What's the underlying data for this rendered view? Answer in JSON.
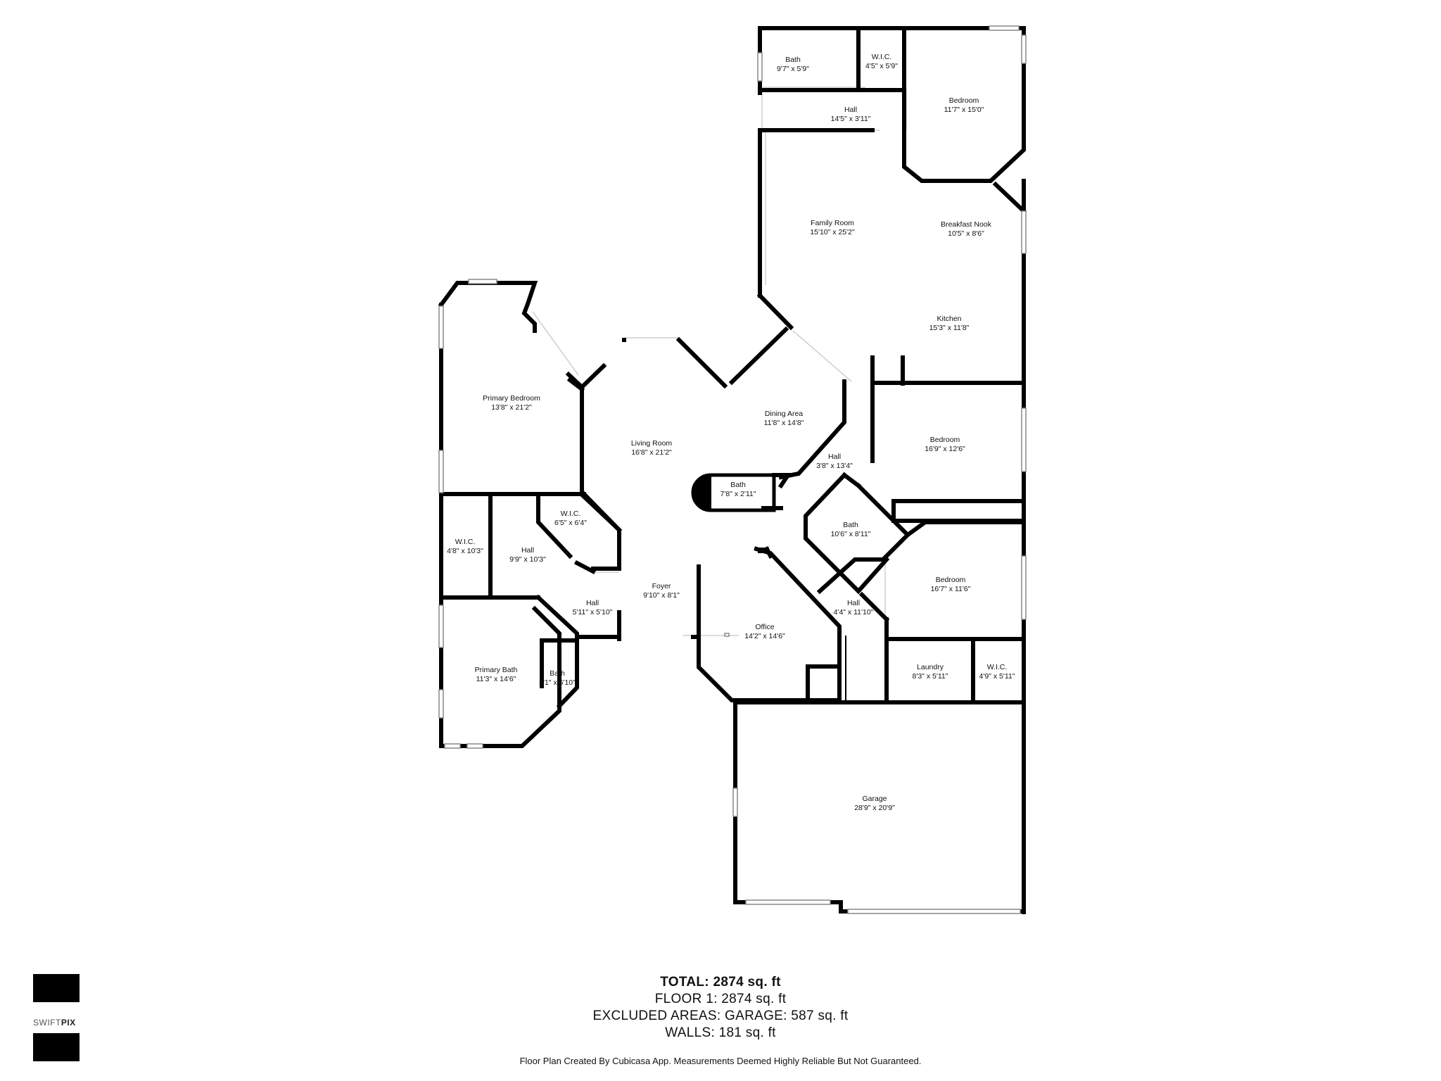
{
  "rooms": [
    {
      "name": "Bath",
      "dim": "9'7\" x 5'9\""
    },
    {
      "name": "W.I.C.",
      "dim": "4'5\" x 5'9\""
    },
    {
      "name": "Bedroom",
      "dim": "11'7\" x 15'0\""
    },
    {
      "name": "Hall",
      "dim": "14'5\" x 3'11\""
    },
    {
      "name": "Family Room",
      "dim": "15'10\" x 25'2\""
    },
    {
      "name": "Breakfast Nook",
      "dim": "10'5\" x 8'6\""
    },
    {
      "name": "Kitchen",
      "dim": "15'3\" x 11'8\""
    },
    {
      "name": "Primary Bedroom",
      "dim": "13'8\" x 21'2\""
    },
    {
      "name": "Dining Area",
      "dim": "11'8\" x 14'8\""
    },
    {
      "name": "Living Room",
      "dim": "16'8\" x 21'2\""
    },
    {
      "name": "Bedroom",
      "dim": "16'9\" x 12'6\""
    },
    {
      "name": "Hall",
      "dim": "3'8\" x 13'4\""
    },
    {
      "name": "Bath",
      "dim": "7'8\" x 2'11\""
    },
    {
      "name": "W.I.C.",
      "dim": "6'5\" x 6'4\""
    },
    {
      "name": "Bath",
      "dim": "10'6\" x 8'11\""
    },
    {
      "name": "W.I.C.",
      "dim": "4'8\" x 10'3\""
    },
    {
      "name": "Hall",
      "dim": "9'9\" x 10'3\""
    },
    {
      "name": "Bedroom",
      "dim": "16'7\" x 11'6\""
    },
    {
      "name": "Foyer",
      "dim": "9'10\" x 8'1\""
    },
    {
      "name": "Hall",
      "dim": "5'11\" x 5'10\""
    },
    {
      "name": "Hall",
      "dim": "4'4\" x 11'10\""
    },
    {
      "name": "Office",
      "dim": "14'2\" x 14'6\""
    },
    {
      "name": "Primary Bath",
      "dim": "11'3\" x 14'6\""
    },
    {
      "name": "Laundry",
      "dim": "8'3\" x 5'11\""
    },
    {
      "name": "W.I.C.",
      "dim": "4'9\" x 5'11\""
    },
    {
      "name": "Bath",
      "dim": "3'1\" x 6'10\""
    },
    {
      "name": "Garage",
      "dim": "28'9\" x 20'9\""
    }
  ],
  "totals": {
    "total": "TOTAL: 2874 sq. ft",
    "floor": "FLOOR 1: 2874 sq. ft",
    "excluded": "EXCLUDED AREAS: GARAGE: 587 sq. ft",
    "walls": "WALLS: 181 sq. ft"
  },
  "disclaimer": "Floor Plan Created By Cubicasa App. Measurements Deemed Highly Reliable But Not Guaranteed.",
  "logo": {
    "brand_light": "SWIFT",
    "brand_bold": "PIX"
  },
  "colors": {
    "wall": "#000000",
    "window": "#888888",
    "opening": "#cfcfcf",
    "background": "#ffffff"
  }
}
